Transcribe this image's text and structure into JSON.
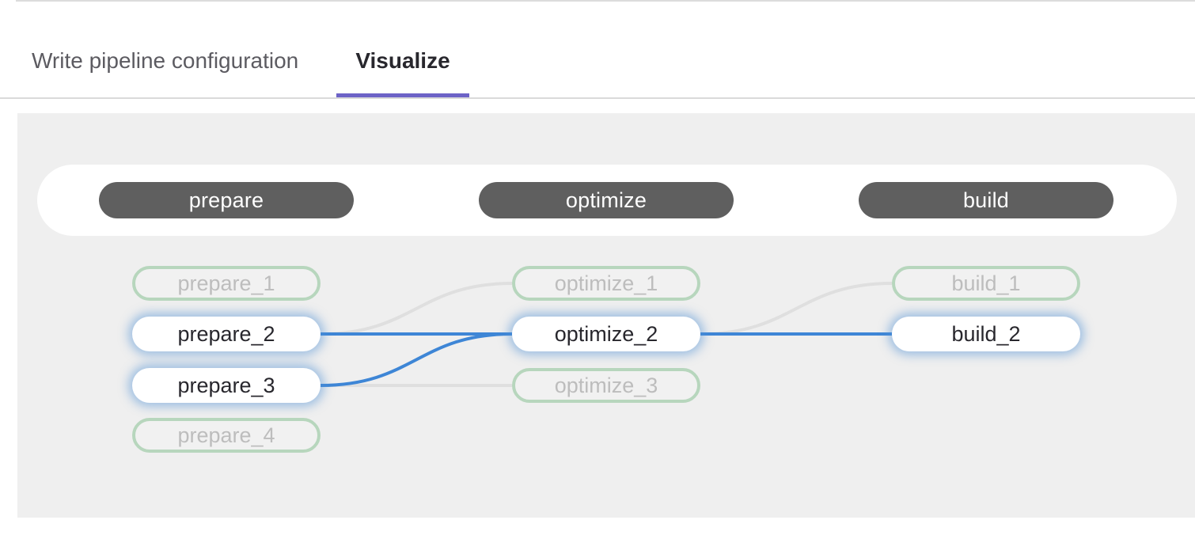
{
  "tabs": [
    {
      "label": "Write pipeline configuration",
      "active": false
    },
    {
      "label": "Visualize",
      "active": true
    }
  ],
  "pipeline": {
    "stages": [
      {
        "name": "prepare",
        "jobs": [
          {
            "name": "prepare_1",
            "state": "dimmed"
          },
          {
            "name": "prepare_2",
            "state": "highlighted"
          },
          {
            "name": "prepare_3",
            "state": "highlighted"
          },
          {
            "name": "prepare_4",
            "state": "dimmed"
          }
        ]
      },
      {
        "name": "optimize",
        "jobs": [
          {
            "name": "optimize_1",
            "state": "dimmed"
          },
          {
            "name": "optimize_2",
            "state": "highlighted"
          },
          {
            "name": "optimize_3",
            "state": "dimmed"
          }
        ]
      },
      {
        "name": "build",
        "jobs": [
          {
            "name": "build_1",
            "state": "dimmed"
          },
          {
            "name": "build_2",
            "state": "highlighted"
          }
        ]
      }
    ],
    "links": [
      {
        "from": "prepare_2",
        "to": "optimize_1",
        "state": "dimmed"
      },
      {
        "from": "prepare_3",
        "to": "optimize_3",
        "state": "dimmed"
      },
      {
        "from": "optimize_2",
        "to": "build_1",
        "state": "dimmed"
      },
      {
        "from": "prepare_2",
        "to": "optimize_2",
        "state": "highlighted"
      },
      {
        "from": "prepare_3",
        "to": "optimize_2",
        "state": "highlighted"
      },
      {
        "from": "optimize_2",
        "to": "build_2",
        "state": "highlighted"
      }
    ]
  },
  "colors": {
    "accent": "#6d63c7",
    "panel_bg": "#efefef",
    "stage_pill_bg": "#5f5f5f",
    "node_border_dimmed": "#b7d6bd",
    "node_text_dimmed": "#bdbdbd",
    "node_text_highlighted": "#28272d",
    "link_dimmed": "#dfdfdf",
    "link_highlighted": "#3e86d6",
    "glow": "rgba(82,146,213,0.5)"
  }
}
